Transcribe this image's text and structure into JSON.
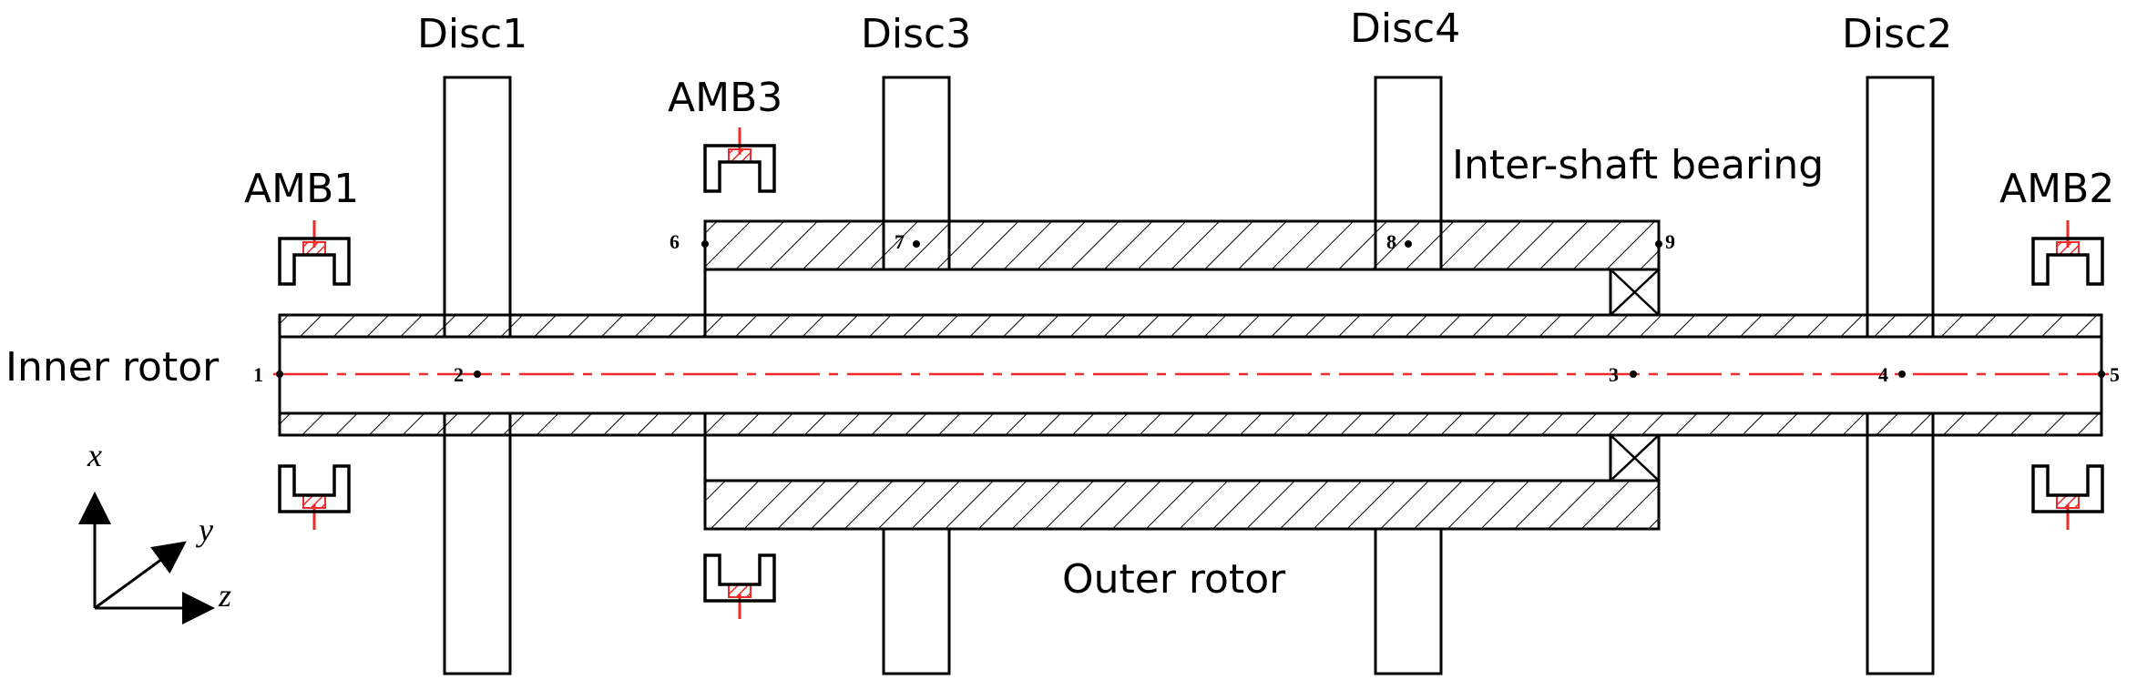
{
  "colors": {
    "stroke": "#000000",
    "accent": "#ee2a2a",
    "background": "#ffffff"
  },
  "labels": {
    "disc1": "Disc1",
    "disc2": "Disc2",
    "disc3": "Disc3",
    "disc4": "Disc4",
    "amb1": "AMB1",
    "amb2": "AMB2",
    "amb3": "AMB3",
    "inter_shaft_bearing": "Inter-shaft bearing",
    "inner_rotor": "Inner rotor",
    "outer_rotor": "Outer rotor"
  },
  "nodes": [
    "1",
    "2",
    "3",
    "4",
    "5",
    "6",
    "7",
    "8",
    "9"
  ],
  "axes": {
    "x": "x",
    "y": "y",
    "z": "z"
  }
}
